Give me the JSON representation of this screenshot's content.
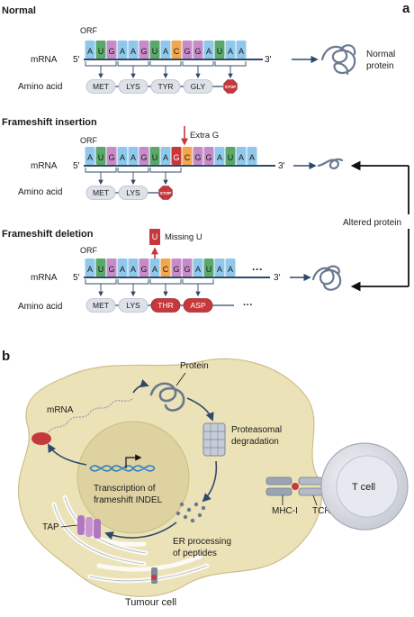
{
  "panel_a": {
    "letter": "a",
    "normal": {
      "title": "Normal",
      "orf": "ORF",
      "mrna_label": "mRNA",
      "five_prime": "5′",
      "three_prime": "3′",
      "amino_label": "Amino acid",
      "bases": [
        "A",
        "U",
        "G",
        "A",
        "A",
        "G",
        "U",
        "A",
        "C",
        "G",
        "G",
        "A",
        "U",
        "A",
        "A"
      ],
      "amino_acids": [
        "MET",
        "LYS",
        "TYR",
        "GLY"
      ],
      "stop": "STOP",
      "protein_label_1": "Normal",
      "protein_label_2": "protein"
    },
    "insertion": {
      "title": "Frameshift insertion",
      "orf": "ORF",
      "mrna_label": "mRNA",
      "five_prime": "5′",
      "three_prime": "3′",
      "amino_label": "Amino acid",
      "bases": [
        "A",
        "U",
        "G",
        "A",
        "A",
        "G",
        "U",
        "A",
        "G",
        "C",
        "G",
        "G",
        "A",
        "U",
        "A",
        "A"
      ],
      "extra_label": "Extra G",
      "amino_acids": [
        "MET",
        "LYS"
      ],
      "stop": "STOP"
    },
    "deletion": {
      "title": "Frameshift deletion",
      "orf": "ORF",
      "mrna_label": "mRNA",
      "five_prime": "5′",
      "three_prime": "3′",
      "amino_label": "Amino acid",
      "bases": [
        "A",
        "U",
        "G",
        "A",
        "A",
        "G",
        "A",
        "C",
        "G",
        "G",
        "A",
        "U",
        "A",
        "A"
      ],
      "missing_base": "U",
      "missing_label": "Missing U",
      "ellipsis": "···",
      "amino_acids": [
        "MET",
        "LYS",
        "THR",
        "ASP"
      ],
      "aa_ellipsis": "···"
    },
    "altered_protein": "Altered protein"
  },
  "panel_b": {
    "letter": "b",
    "labels": {
      "protein": "Protein",
      "mrna": "mRNA",
      "proteasomal_1": "Proteasomal",
      "proteasomal_2": "degradation",
      "transcription_1": "Transcription of",
      "transcription_2": "frameshift INDEL",
      "tap": "TAP",
      "er_1": "ER processing",
      "er_2": "of peptides",
      "tumour": "Tumour cell",
      "mhc": "MHC-I",
      "tcr": "TCR",
      "tcell": "T cell"
    }
  },
  "colors": {
    "A": "#8fc8ea",
    "U": "#5aa86a",
    "G": "#c68cc8",
    "C": "#f2a64e",
    "mutant": "#c6383c",
    "amino": "#dde1e8",
    "arrow": "#2e4a6b",
    "cell": "#ece2b8",
    "nucleus": "#ddd2a0"
  }
}
